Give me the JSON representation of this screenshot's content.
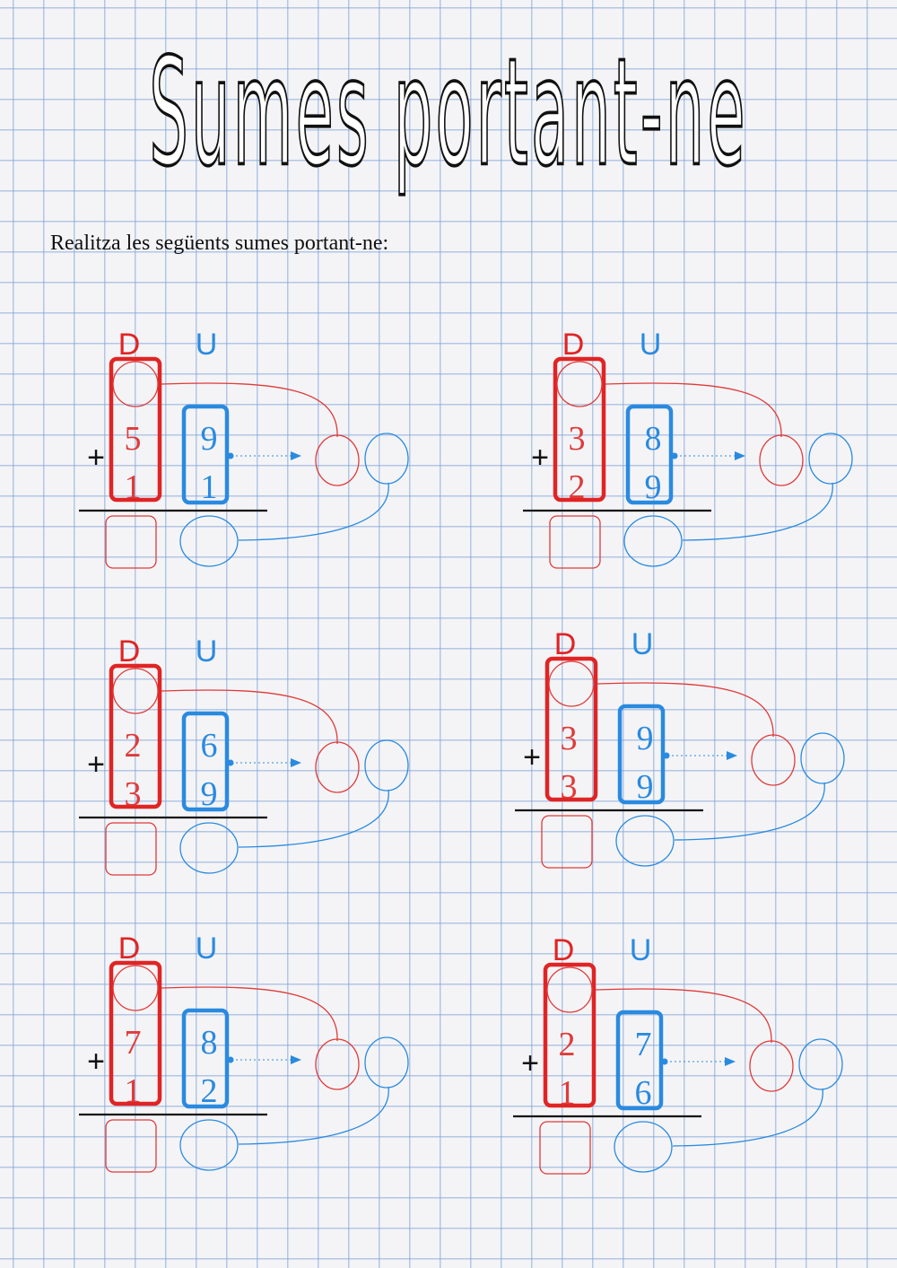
{
  "title": "Sumes portant-ne",
  "instructions": "Realitza les següents sumes portant-ne:",
  "column_labels": {
    "tens": "D",
    "units": "U"
  },
  "operator": "+",
  "colors": {
    "tens": "#e02424",
    "units": "#2a8ae0",
    "line": "#111111"
  },
  "exercises": [
    {
      "tens_top": "5",
      "tens_bottom": "1",
      "units_top": "9",
      "units_bottom": "1"
    },
    {
      "tens_top": "3",
      "tens_bottom": "2",
      "units_top": "8",
      "units_bottom": "9"
    },
    {
      "tens_top": "2",
      "tens_bottom": "3",
      "units_top": "6",
      "units_bottom": "9"
    },
    {
      "tens_top": "3",
      "tens_bottom": "3",
      "units_top": "9",
      "units_bottom": "9"
    },
    {
      "tens_top": "7",
      "tens_bottom": "1",
      "units_top": "8",
      "units_bottom": "2"
    },
    {
      "tens_top": "2",
      "tens_bottom": "1",
      "units_top": "7",
      "units_bottom": "6"
    }
  ]
}
